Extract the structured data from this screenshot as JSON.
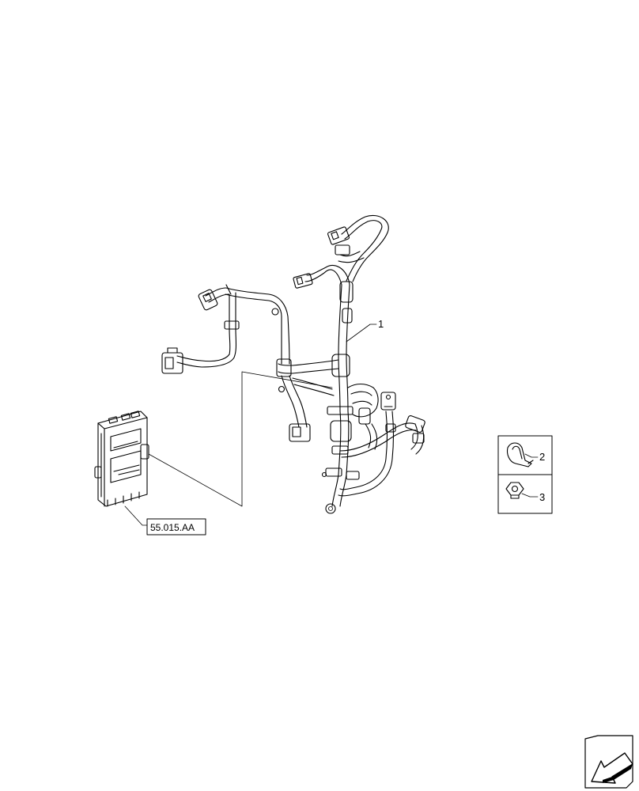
{
  "callouts": {
    "harness": "1",
    "clamp": "2",
    "nut": "3"
  },
  "reference": {
    "code": "55.015.AA"
  },
  "icons": {
    "nav": "arrow-down-left-icon"
  }
}
